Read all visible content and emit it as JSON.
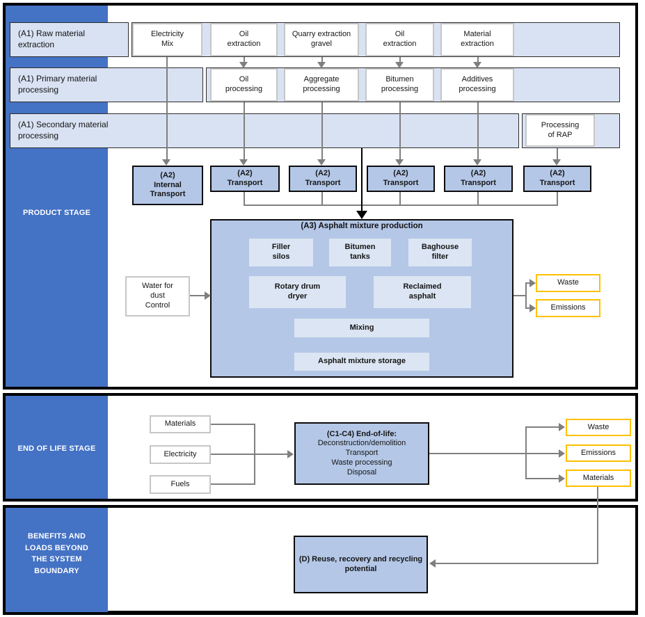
{
  "sections": {
    "product": {
      "label": "PRODUCT STAGE"
    },
    "eol_stage": {
      "label": "END OF LIFE STAGE"
    },
    "benefits_stage": {
      "label": "BENEFITS AND\nLOADS BEYOND\nTHE SYSTEM\nBOUNDARY"
    }
  },
  "bands": {
    "raw": "(A1) Raw material\nextraction",
    "primary": "(A1) Primary material\nprocessing",
    "secondary": "(A1) Secondary material\nprocessing"
  },
  "extraction": {
    "electricity_mix": "Electricity\nMix",
    "oil_extraction_1": "Oil\nextraction",
    "quarry": "Quarry extraction\ngravel",
    "oil_extraction_2": "Oil\nextraction",
    "material_extraction": "Material\nextraction"
  },
  "processing": {
    "oil": "Oil\nprocessing",
    "aggregate": "Aggregate\nprocessing",
    "bitumen": "Bitumen\nprocessing",
    "additives": "Additives\nprocessing",
    "rap": "Processing\nof RAP"
  },
  "transport": {
    "internal": "(A2)\nInternal\nTransport",
    "standard": "(A2)\nTransport"
  },
  "production": {
    "title": "(A3) Asphalt mixture production",
    "filler_silos": "Filler\nsilos",
    "bitumen_tanks": "Bitumen\ntanks",
    "baghouse_filter": "Baghouse\nfilter",
    "rotary_drum_dryer": "Rotary drum\ndryer",
    "reclaimed_asphalt": "Reclaimed\nasphalt",
    "mixing": "Mixing",
    "storage": "Asphalt mixture storage",
    "water": "Water for\ndust\nControl",
    "outputs": {
      "waste": "Waste",
      "emissions": "Emissions"
    }
  },
  "eol": {
    "inputs": {
      "materials": "Materials",
      "electricity": "Electricity",
      "fuels": "Fuels"
    },
    "process_title": "(C1-C4) End-of-life:",
    "process_lines": "Deconstruction/demolition\nTransport\nWaste processing\nDisposal",
    "outputs": {
      "waste": "Waste",
      "emissions": "Emissions",
      "materials": "Materials"
    }
  },
  "benefits": {
    "d_box": "(D) Reuse, recovery and recycling\npotential"
  },
  "colors": {
    "sidebar_blue": "#4472C4",
    "band_fill": "#D9E2F3",
    "box_fill": "#B4C7E7",
    "inner_fill": "#DCE5F3",
    "accent_yellow": "#FFC000",
    "arrow_gray": "#7F7F7F",
    "arrow_black": "#000000"
  }
}
